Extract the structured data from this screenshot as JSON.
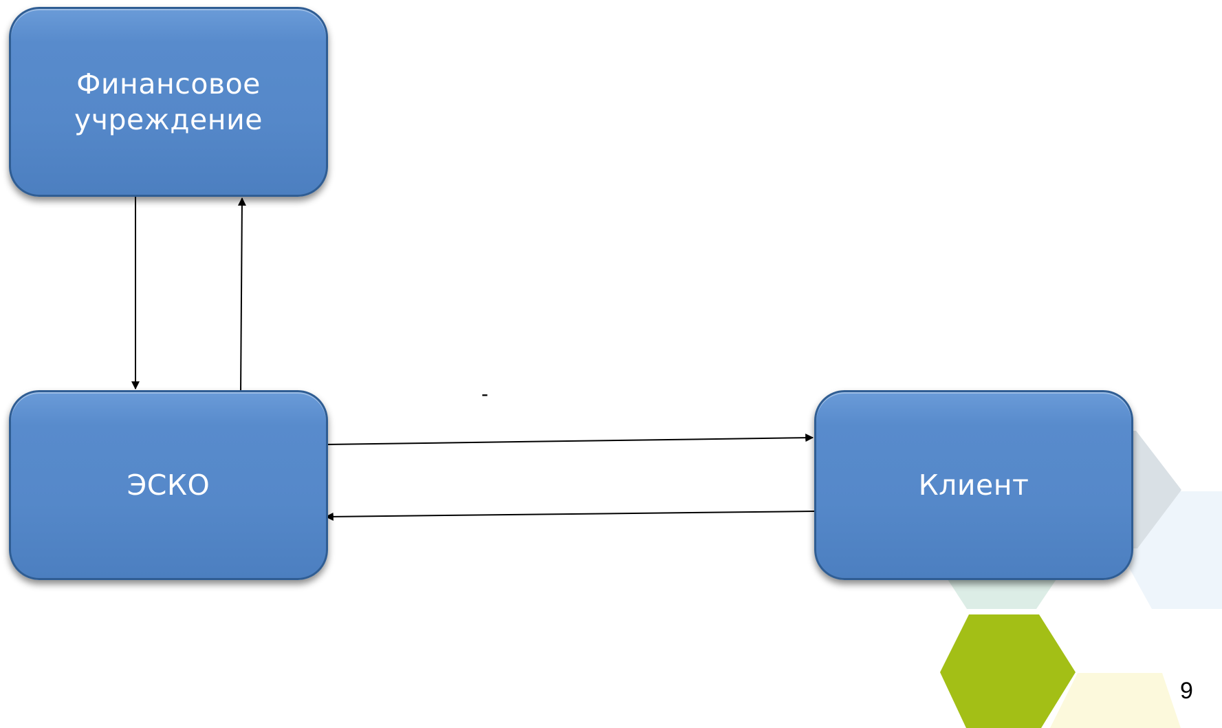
{
  "slide": {
    "nodes": {
      "finance": "Финансовое учреждение",
      "esco": "ЭСКО",
      "client": "Клиент"
    },
    "dash_label": "-",
    "page_number": "9"
  },
  "colors": {
    "node_fill": "#5588c9",
    "node_border": "#2f5d93",
    "arrow": "#000000",
    "hex_green": "#a3bf16",
    "hex_gray": "#d9e0e5",
    "hex_mint": "#dcede6",
    "hex_light_blue": "#eef5fb",
    "hex_cream": "#fcf9dc"
  },
  "diagram": {
    "edges": [
      {
        "from": "finance",
        "to": "esco"
      },
      {
        "from": "esco",
        "to": "finance"
      },
      {
        "from": "esco",
        "to": "client"
      },
      {
        "from": "client",
        "to": "esco"
      }
    ]
  }
}
